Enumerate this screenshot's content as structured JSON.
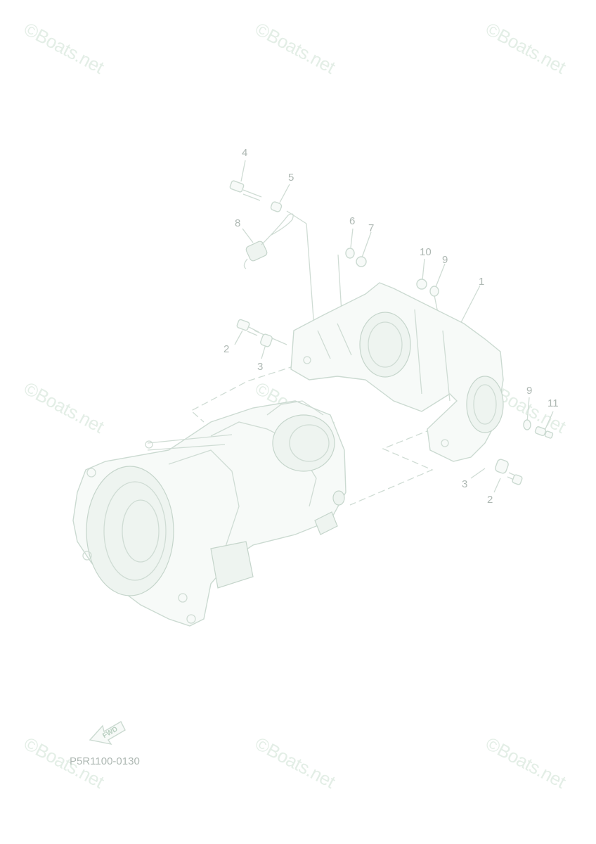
{
  "watermark": "©Boats.net",
  "diagram_code": "P5R1100-0130",
  "fwd_label": "FWD",
  "callouts": {
    "c1": "1",
    "c2a": "2",
    "c2b": "2",
    "c3a": "3",
    "c3b": "3",
    "c4": "4",
    "c5": "5",
    "c6": "6",
    "c7": "7",
    "c8": "8",
    "c9a": "9",
    "c9b": "9",
    "c10": "10",
    "c11": "11"
  }
}
